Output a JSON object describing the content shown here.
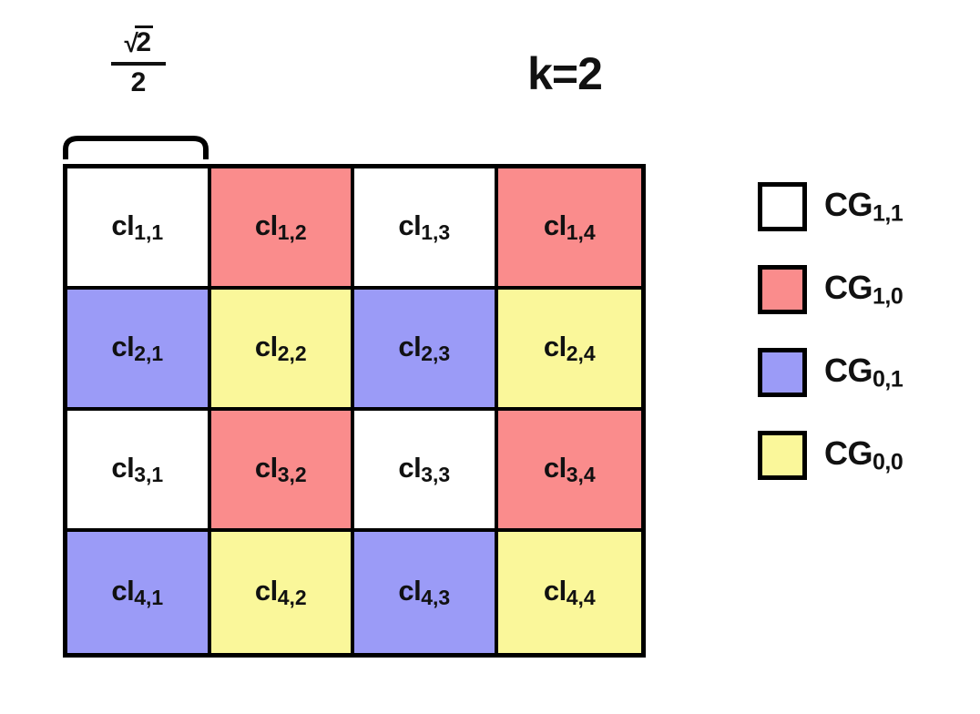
{
  "title": "k=2",
  "scale_label": {
    "numerator_radical": "√",
    "numerator_radicand": "2",
    "denominator": "2",
    "meaning": "sqrt(2)/2"
  },
  "colors": {
    "white": "#ffffff",
    "red": "#fa8c8c",
    "blue": "#9b9bf7",
    "yellow": "#faf79a",
    "outline": "#000000",
    "text": "#111111"
  },
  "grid": {
    "rows": 4,
    "columns": 4,
    "cells": [
      [
        {
          "base": "cl",
          "sub": "1,1",
          "color": "white"
        },
        {
          "base": "cl",
          "sub": "1,2",
          "color": "red"
        },
        {
          "base": "cl",
          "sub": "1,3",
          "color": "white"
        },
        {
          "base": "cl",
          "sub": "1,4",
          "color": "red"
        }
      ],
      [
        {
          "base": "cl",
          "sub": "2,1",
          "color": "blue"
        },
        {
          "base": "cl",
          "sub": "2,2",
          "color": "yellow"
        },
        {
          "base": "cl",
          "sub": "2,3",
          "color": "blue"
        },
        {
          "base": "cl",
          "sub": "2,4",
          "color": "yellow"
        }
      ],
      [
        {
          "base": "cl",
          "sub": "3,1",
          "color": "white"
        },
        {
          "base": "cl",
          "sub": "3,2",
          "color": "red"
        },
        {
          "base": "cl",
          "sub": "3,3",
          "color": "white"
        },
        {
          "base": "cl",
          "sub": "3,4",
          "color": "red"
        }
      ],
      [
        {
          "base": "cl",
          "sub": "4,1",
          "color": "blue"
        },
        {
          "base": "cl",
          "sub": "4,2",
          "color": "yellow"
        },
        {
          "base": "cl",
          "sub": "4,3",
          "color": "blue"
        },
        {
          "base": "cl",
          "sub": "4,4",
          "color": "yellow"
        }
      ]
    ]
  },
  "legend": {
    "items": [
      {
        "base": "CG",
        "sub": "1,1",
        "color": "white"
      },
      {
        "base": "CG",
        "sub": "1,0",
        "color": "red"
      },
      {
        "base": "CG",
        "sub": "0,1",
        "color": "blue"
      },
      {
        "base": "CG",
        "sub": "0,0",
        "color": "yellow"
      }
    ]
  }
}
